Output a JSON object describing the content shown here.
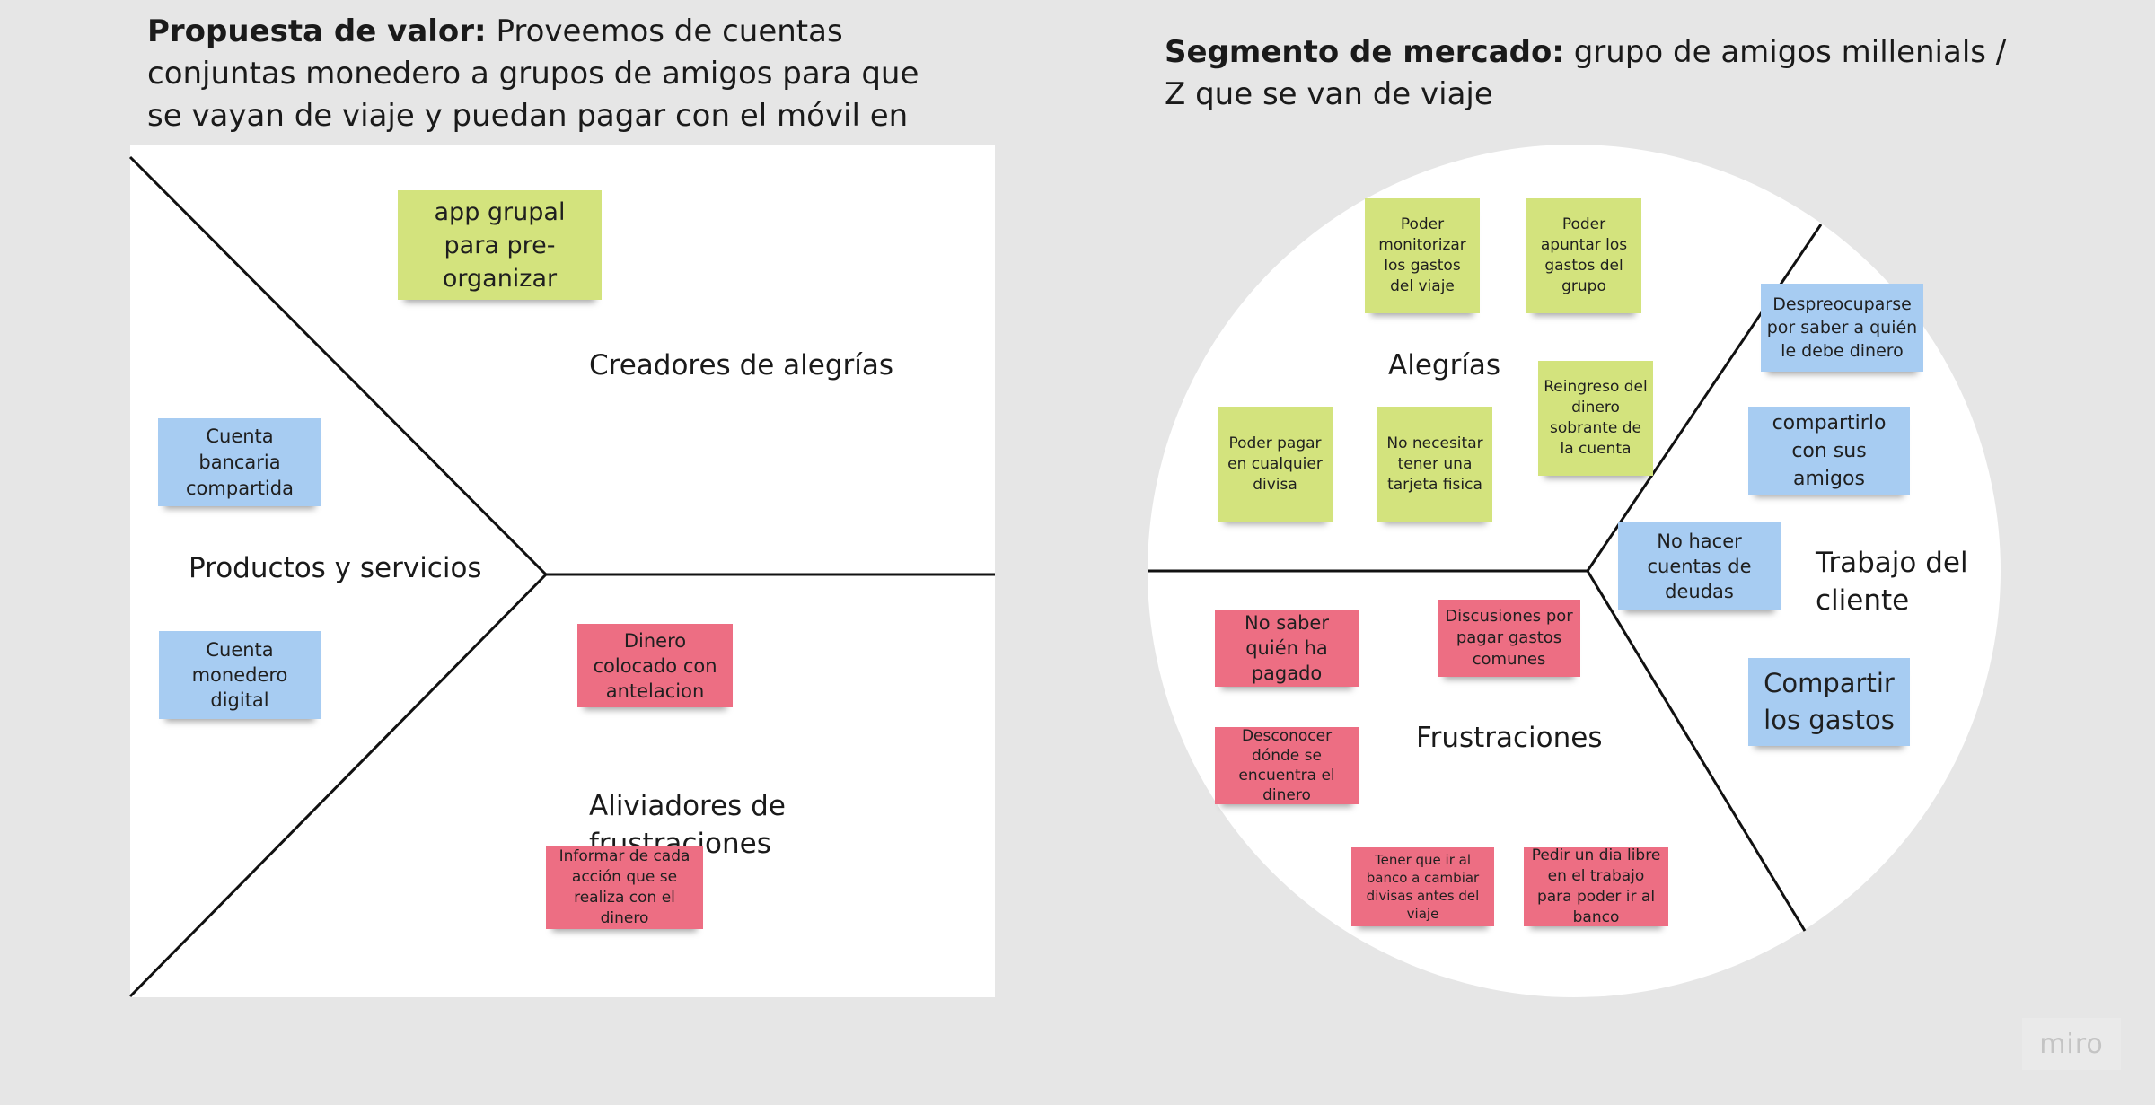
{
  "value_proposition": {
    "title_bold": "Propuesta de valor:",
    "title_text": " Proveemos de cuentas conjuntas monedero a grupos de amigos para que se vayan de viaje y puedan pagar con el móvil en cualquier divisa",
    "labels": {
      "gain_creators": "Creadores de alegrías",
      "products_services": "Productos y servicios",
      "pain_relievers": "Aliviadores de frustraciones"
    },
    "notes": [
      {
        "text": "app grupal para pre-organizar",
        "color": "green"
      },
      {
        "text": "Cuenta bancaria compartida",
        "color": "blue"
      },
      {
        "text": "Cuenta monedero digital",
        "color": "blue"
      },
      {
        "text": "Dinero colocado con antelacion",
        "color": "red"
      },
      {
        "text": "Informar de cada acción que se realiza con el dinero",
        "color": "red"
      }
    ]
  },
  "customer_segment": {
    "title_bold": "Segmento de mercado:",
    "title_text": " grupo de amigos millenials / Z que se van de viaje",
    "labels": {
      "gains": "Alegrías",
      "pains": "Frustraciones",
      "customer_jobs": "Trabajo del cliente"
    },
    "notes": [
      {
        "text": "Poder monitorizar los gastos del viaje",
        "color": "green"
      },
      {
        "text": "Poder apuntar los gastos del grupo",
        "color": "green"
      },
      {
        "text": "Reingreso del dinero sobrante de la cuenta",
        "color": "green"
      },
      {
        "text": "Poder pagar en cualquier divisa",
        "color": "green"
      },
      {
        "text": "No necesitar tener una tarjeta fisica",
        "color": "green"
      },
      {
        "text": "Despreocuparse por saber a quién le debe dinero",
        "color": "blue"
      },
      {
        "text": "compartirlo con sus amigos",
        "color": "blue"
      },
      {
        "text": "No hacer cuentas de deudas",
        "color": "blue"
      },
      {
        "text": "Compartir los gastos",
        "color": "blue"
      },
      {
        "text": "No saber quién ha pagado",
        "color": "red"
      },
      {
        "text": "Discusiones por pagar gastos comunes",
        "color": "red"
      },
      {
        "text": "Desconocer dónde se encuentra el dinero",
        "color": "red"
      },
      {
        "text": "Tener que ir al banco a cambiar divisas antes del viaje",
        "color": "red"
      },
      {
        "text": "Pedir un dia libre en el trabajo para poder ir al banco",
        "color": "red"
      }
    ]
  },
  "watermark": "miro",
  "colors": {
    "green": "#d3e37d",
    "blue": "#a7ccf2",
    "red": "#ed6e83",
    "background": "#e6e6e6"
  }
}
